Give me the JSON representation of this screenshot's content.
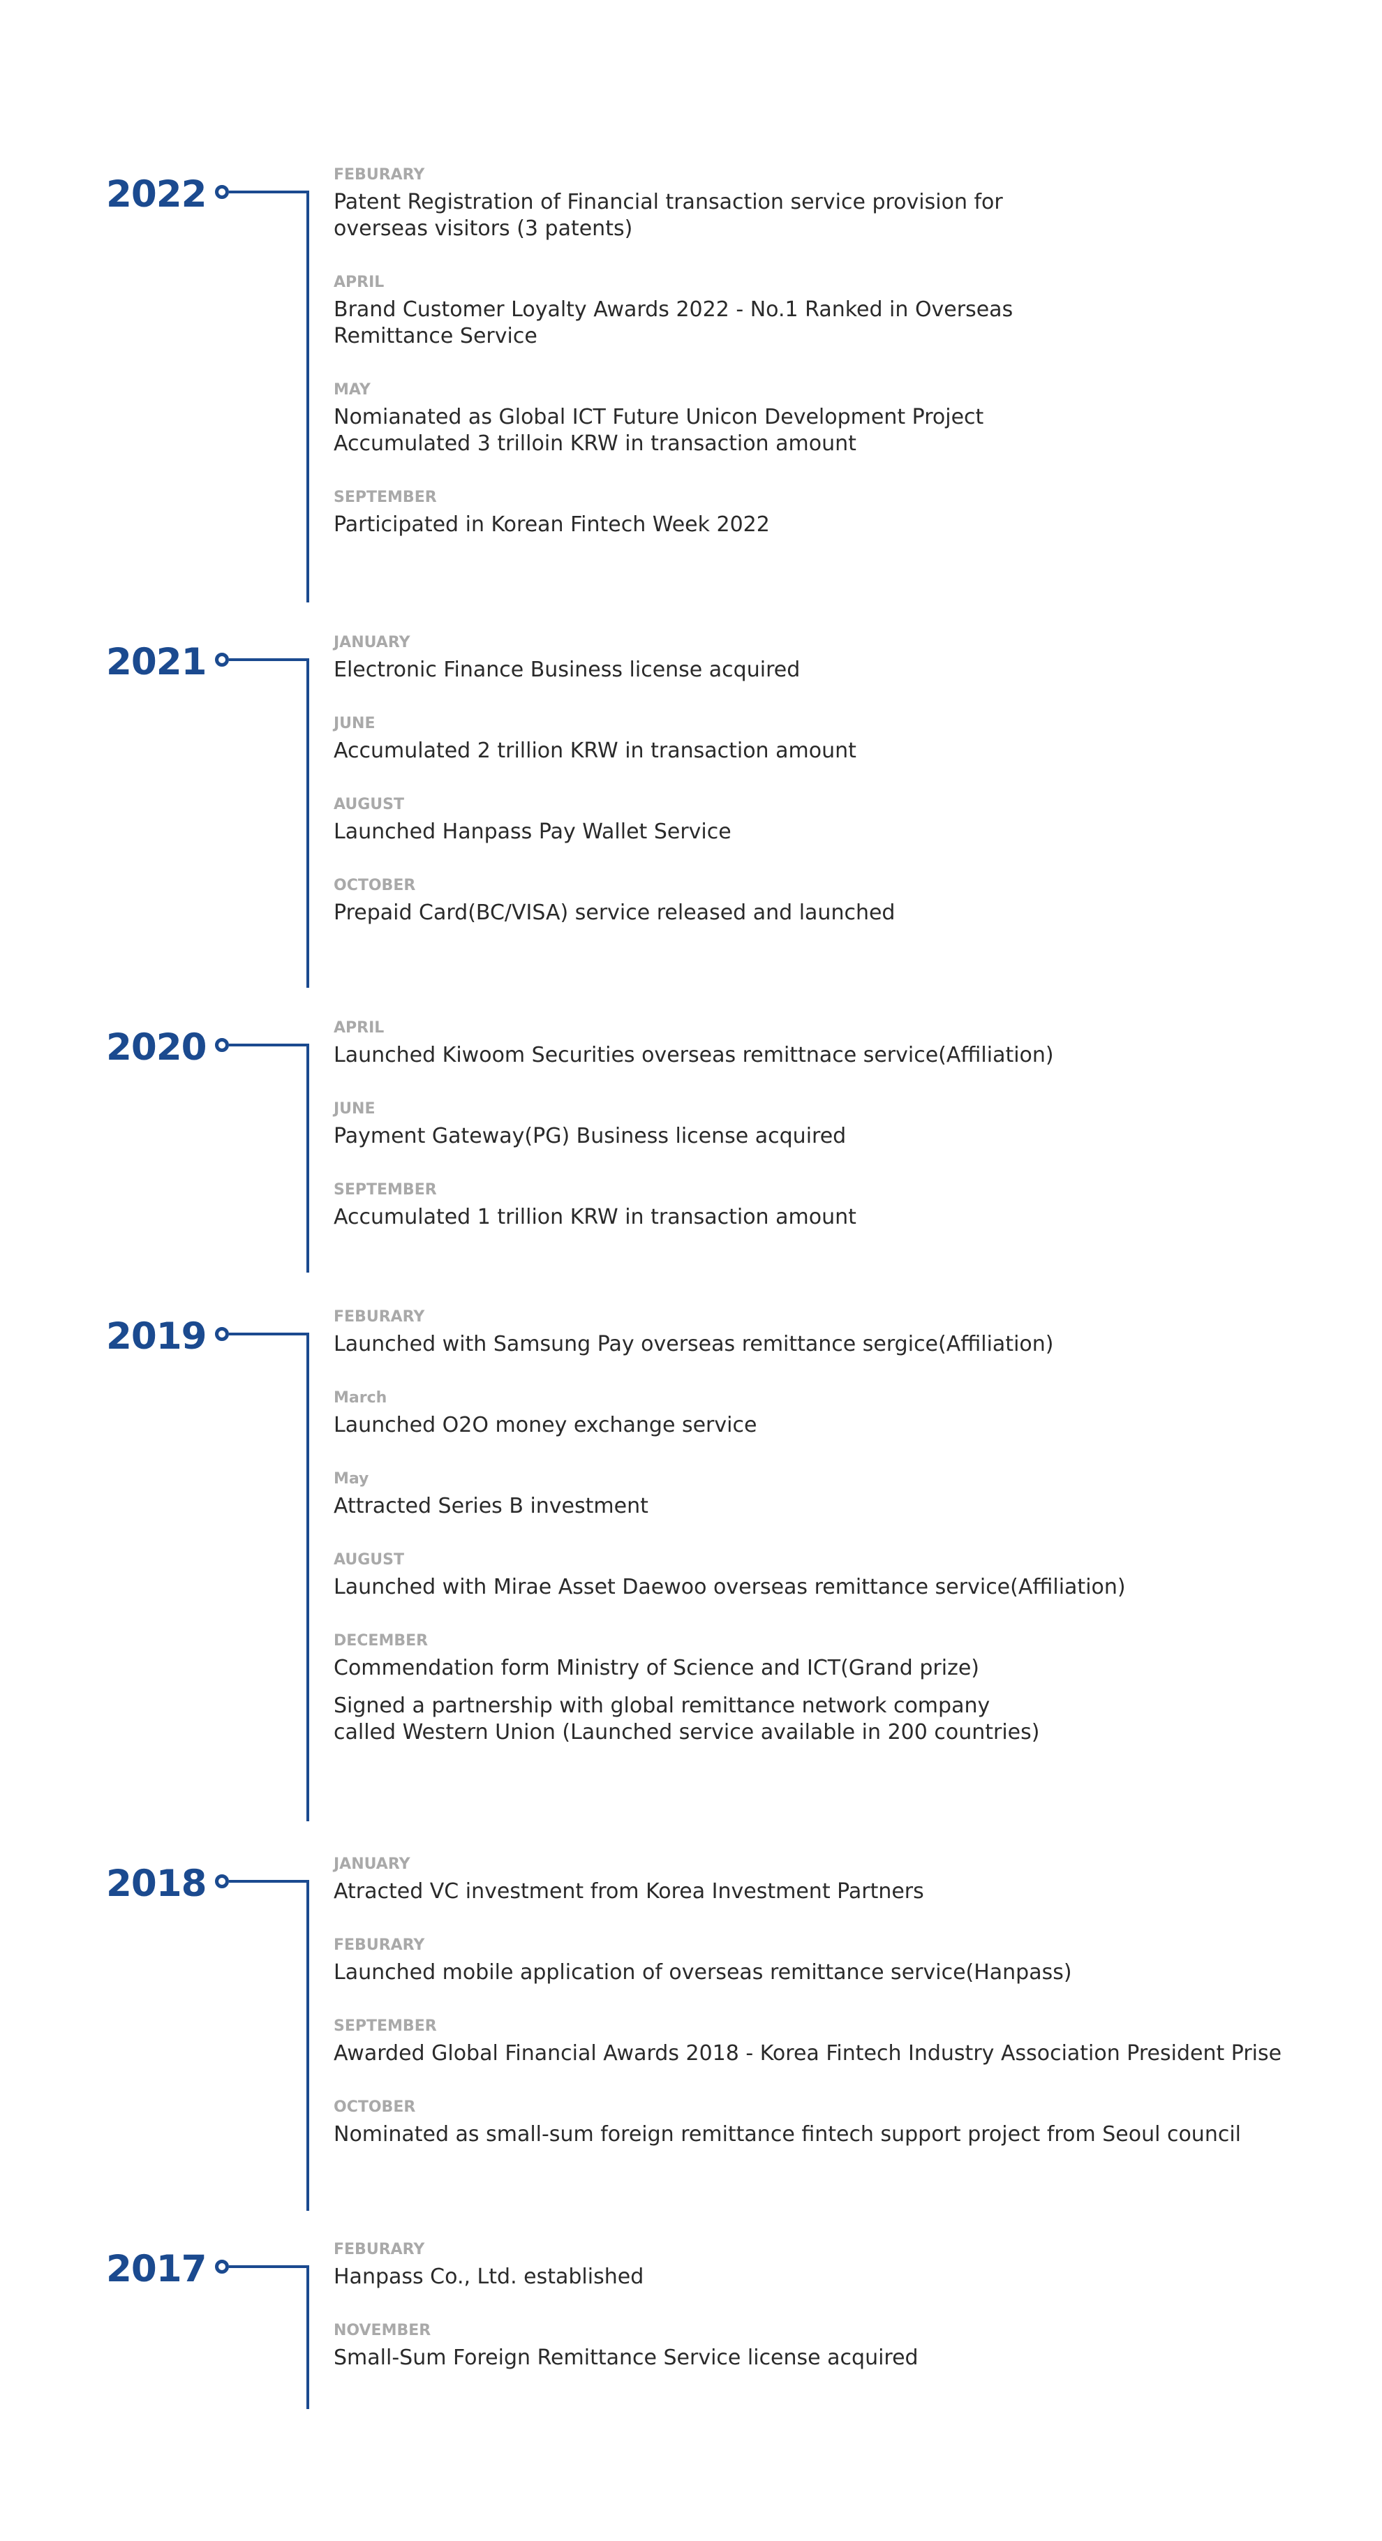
{
  "timeline": [
    {
      "year": "2022",
      "entries": [
        {
          "month": "FEBURARY",
          "lines": [
            "Patent Registration of Financial transaction service provision for\noverseas visitors (3 patents)"
          ]
        },
        {
          "month": "APRIL",
          "lines": [
            "Brand Customer Loyalty Awards 2022 - No.1 Ranked in Overseas\nRemittance Service"
          ]
        },
        {
          "month": "MAY",
          "lines": [
            "Nomianated as Global ICT Future Unicon Development Project",
            "Accumulated 3 trilloin KRW in transaction amount"
          ],
          "tight": true
        },
        {
          "month": "SEPTEMBER",
          "lines": [
            "Participated in Korean Fintech Week 2022"
          ]
        }
      ]
    },
    {
      "year": "2021",
      "entries": [
        {
          "month": "JANUARY",
          "lines": [
            "Electronic Finance Business license acquired"
          ]
        },
        {
          "month": "JUNE",
          "lines": [
            "Accumulated 2 trillion KRW in transaction amount"
          ]
        },
        {
          "month": "AUGUST",
          "lines": [
            "Launched Hanpass Pay Wallet Service"
          ]
        },
        {
          "month": "OCTOBER",
          "lines": [
            "Prepaid Card(BC/VISA) service released and launched"
          ]
        }
      ]
    },
    {
      "year": "2020",
      "entries": [
        {
          "month": "APRIL",
          "lines": [
            "Launched Kiwoom Securities overseas remittnace service(Affiliation)"
          ]
        },
        {
          "month": "JUNE",
          "lines": [
            "Payment Gateway(PG) Business license acquired"
          ]
        },
        {
          "month": "SEPTEMBER",
          "lines": [
            "Accumulated 1 trillion KRW in transaction amount"
          ]
        }
      ]
    },
    {
      "year": "2019",
      "entries": [
        {
          "month": "FEBURARY",
          "lines": [
            "Launched with Samsung Pay overseas remittance sergice(Affiliation)"
          ]
        },
        {
          "month": "March",
          "keep_case": true,
          "lines": [
            "Launched O2O money exchange service"
          ]
        },
        {
          "month": "May",
          "keep_case": true,
          "lines": [
            "Attracted Series B investment"
          ]
        },
        {
          "month": "AUGUST",
          "lines": [
            "Launched with Mirae Asset Daewoo overseas remittance service(Affiliation)"
          ]
        },
        {
          "month": "DECEMBER",
          "lines": [
            "Commendation form Ministry of Science and ICT(Grand prize)",
            "Signed a partnership with global remittance network company\ncalled Western Union (Launched service available in 200 countries)"
          ]
        }
      ]
    },
    {
      "year": "2018",
      "entries": [
        {
          "month": "JANUARY",
          "lines": [
            "Atracted VC investment from Korea Investment Partners"
          ]
        },
        {
          "month": "FEBURARY",
          "lines": [
            "Launched mobile application of overseas remittance service(Hanpass)"
          ]
        },
        {
          "month": "SEPTEMBER",
          "lines": [
            "Awarded Global Financial Awards 2018 - Korea Fintech Industry Association President Prise"
          ]
        },
        {
          "month": "OCTOBER",
          "lines": [
            "Nominated as small-sum foreign remittance fintech support project from Seoul council"
          ]
        }
      ]
    },
    {
      "year": "2017",
      "entries": [
        {
          "month": "FEBURARY",
          "lines": [
            "Hanpass Co., Ltd. established"
          ]
        },
        {
          "month": "NOVEMBER",
          "lines": [
            "Small-Sum Foreign Remittance Service license acquired"
          ]
        }
      ]
    }
  ],
  "colors": {
    "accent": "#1b4a8f",
    "month_text": "#a9a9a9",
    "body_text": "#2a2a2a",
    "background": "#ffffff"
  }
}
